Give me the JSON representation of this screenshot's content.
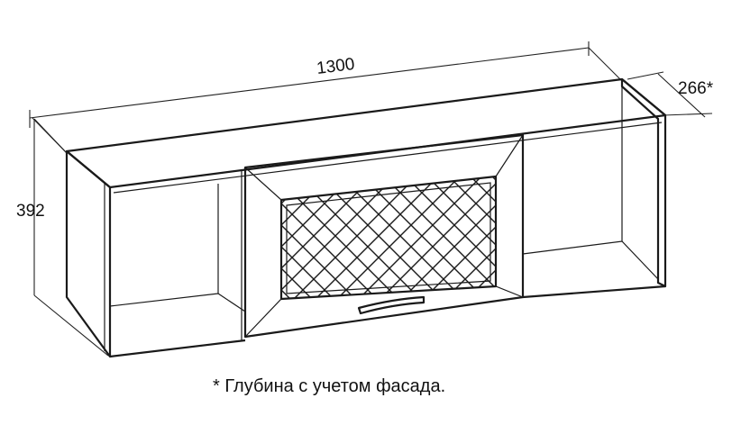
{
  "dimensions": {
    "width": "1300",
    "height": "392",
    "depth": "266*"
  },
  "note": "* Глубина с учетом фасада."
}
